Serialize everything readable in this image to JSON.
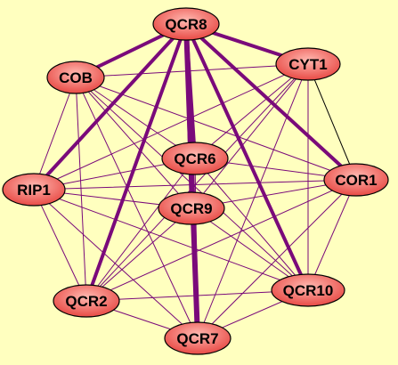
{
  "colors": {
    "background": "#FFFFBF",
    "edge": "#7A0A7A",
    "edge_black": "#000000",
    "node_fill_light": "#FFB8B0",
    "node_fill_dark": "#E84A45",
    "node_stroke": "#000000"
  },
  "nodes": [
    {
      "id": "QCR8",
      "label": "QCR8"
    },
    {
      "id": "COB",
      "label": "COB"
    },
    {
      "id": "CYT1",
      "label": "CYT1"
    },
    {
      "id": "QCR6",
      "label": "QCR6"
    },
    {
      "id": "RIP1",
      "label": "RIP1"
    },
    {
      "id": "COR1",
      "label": "COR1"
    },
    {
      "id": "QCR9",
      "label": "QCR9"
    },
    {
      "id": "QCR2",
      "label": "QCR2"
    },
    {
      "id": "QCR10",
      "label": "QCR10"
    },
    {
      "id": "QCR7",
      "label": "QCR7"
    }
  ],
  "edges": [
    {
      "source": "QCR8",
      "target": "COB",
      "weight": "heavy"
    },
    {
      "source": "QCR8",
      "target": "CYT1",
      "weight": "heavy"
    },
    {
      "source": "QCR8",
      "target": "RIP1",
      "weight": "heavy"
    },
    {
      "source": "QCR8",
      "target": "COR1",
      "weight": "heavy"
    },
    {
      "source": "QCR8",
      "target": "QCR6",
      "weight": "heavy"
    },
    {
      "source": "QCR8",
      "target": "QCR9",
      "weight": "heavy"
    },
    {
      "source": "QCR8",
      "target": "QCR2",
      "weight": "heavy"
    },
    {
      "source": "QCR8",
      "target": "QCR10",
      "weight": "heavy"
    },
    {
      "source": "QCR8",
      "target": "QCR7",
      "weight": "heaviest"
    },
    {
      "source": "CYT1",
      "target": "COR1",
      "weight": "black"
    },
    {
      "source": "COB",
      "target": "CYT1",
      "weight": "thin"
    },
    {
      "source": "COB",
      "target": "QCR6",
      "weight": "thin"
    },
    {
      "source": "COB",
      "target": "RIP1",
      "weight": "thin"
    },
    {
      "source": "COB",
      "target": "COR1",
      "weight": "thin"
    },
    {
      "source": "COB",
      "target": "QCR9",
      "weight": "thin"
    },
    {
      "source": "COB",
      "target": "QCR2",
      "weight": "thin"
    },
    {
      "source": "COB",
      "target": "QCR10",
      "weight": "thin"
    },
    {
      "source": "COB",
      "target": "QCR7",
      "weight": "thin"
    },
    {
      "source": "CYT1",
      "target": "QCR6",
      "weight": "thin"
    },
    {
      "source": "CYT1",
      "target": "RIP1",
      "weight": "thin"
    },
    {
      "source": "CYT1",
      "target": "QCR9",
      "weight": "thin"
    },
    {
      "source": "CYT1",
      "target": "QCR2",
      "weight": "thin"
    },
    {
      "source": "CYT1",
      "target": "QCR10",
      "weight": "thin"
    },
    {
      "source": "CYT1",
      "target": "QCR7",
      "weight": "thin"
    },
    {
      "source": "QCR6",
      "target": "RIP1",
      "weight": "thin"
    },
    {
      "source": "QCR6",
      "target": "COR1",
      "weight": "thin"
    },
    {
      "source": "QCR6",
      "target": "QCR9",
      "weight": "thin"
    },
    {
      "source": "QCR6",
      "target": "QCR2",
      "weight": "thin"
    },
    {
      "source": "QCR6",
      "target": "QCR10",
      "weight": "thin"
    },
    {
      "source": "QCR6",
      "target": "QCR7",
      "weight": "thin"
    },
    {
      "source": "RIP1",
      "target": "COR1",
      "weight": "thin"
    },
    {
      "source": "RIP1",
      "target": "QCR9",
      "weight": "thin"
    },
    {
      "source": "RIP1",
      "target": "QCR2",
      "weight": "thin"
    },
    {
      "source": "RIP1",
      "target": "QCR10",
      "weight": "thin"
    },
    {
      "source": "RIP1",
      "target": "QCR7",
      "weight": "thin"
    },
    {
      "source": "COR1",
      "target": "QCR9",
      "weight": "thin"
    },
    {
      "source": "COR1",
      "target": "QCR2",
      "weight": "thin"
    },
    {
      "source": "COR1",
      "target": "QCR10",
      "weight": "thin"
    },
    {
      "source": "COR1",
      "target": "QCR7",
      "weight": "thin"
    },
    {
      "source": "QCR9",
      "target": "QCR2",
      "weight": "thin"
    },
    {
      "source": "QCR9",
      "target": "QCR10",
      "weight": "thin"
    },
    {
      "source": "QCR9",
      "target": "QCR7",
      "weight": "thin"
    },
    {
      "source": "QCR2",
      "target": "QCR10",
      "weight": "thin"
    },
    {
      "source": "QCR2",
      "target": "QCR7",
      "weight": "thin"
    },
    {
      "source": "QCR10",
      "target": "QCR7",
      "weight": "thin"
    }
  ]
}
